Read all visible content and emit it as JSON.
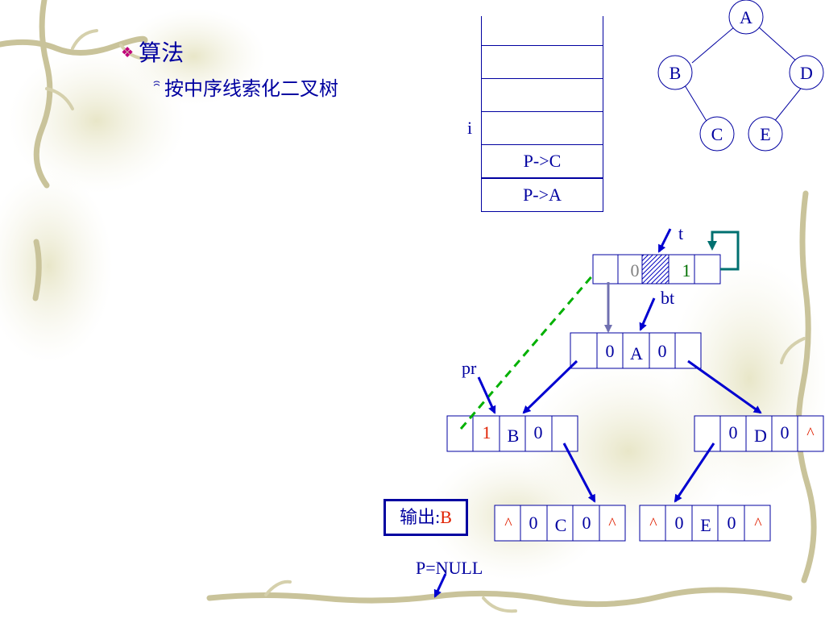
{
  "slide": {
    "bullet1": "算法",
    "bullet2": "按中序线索化二叉树"
  },
  "stack": {
    "pointer_label": "i",
    "cells": [
      "",
      "",
      "",
      "P->C",
      "P->A"
    ]
  },
  "tree": {
    "nodes": [
      "A",
      "B",
      "D",
      "C",
      "E"
    ]
  },
  "pointers": {
    "t": "t",
    "bt": "bt",
    "pr": "pr"
  },
  "thread_nodes": {
    "head": [
      "",
      "0",
      "",
      "1",
      ""
    ],
    "a": [
      "",
      "0",
      "A",
      "0",
      ""
    ],
    "b": [
      "",
      "1",
      "B",
      "0",
      ""
    ],
    "d": [
      "",
      "0",
      "D",
      "0",
      "^"
    ],
    "c": [
      "^",
      "0",
      "C",
      "0",
      "^"
    ],
    "e": [
      "^",
      "0",
      "E",
      "0",
      "^"
    ]
  },
  "output": {
    "label": "输出:",
    "value": "B"
  },
  "status": "P=NULL",
  "colors": {
    "text": "#0000a0",
    "red": "#e02000",
    "green": "#00a000",
    "teal": "#007070"
  }
}
